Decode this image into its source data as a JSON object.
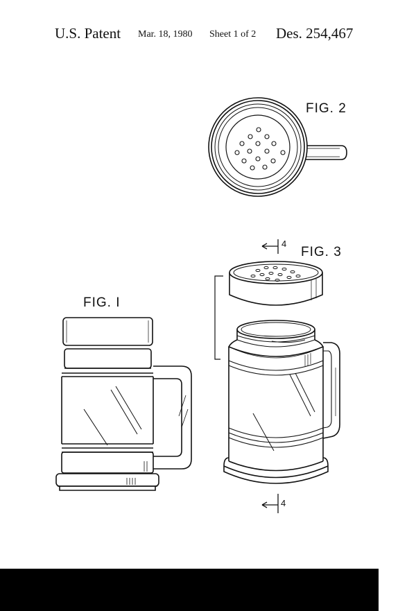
{
  "header": {
    "patent_label": "U.S. Patent",
    "date": "Mar. 18, 1980",
    "sheet": "Sheet 1 of 2",
    "patent_number": "Des. 254,467"
  },
  "figures": {
    "fig1_label": "FIG. I",
    "fig2_label": "FIG. 2",
    "fig3_label": "FIG. 3",
    "section_mark_top": "4",
    "section_mark_bottom": "4"
  }
}
